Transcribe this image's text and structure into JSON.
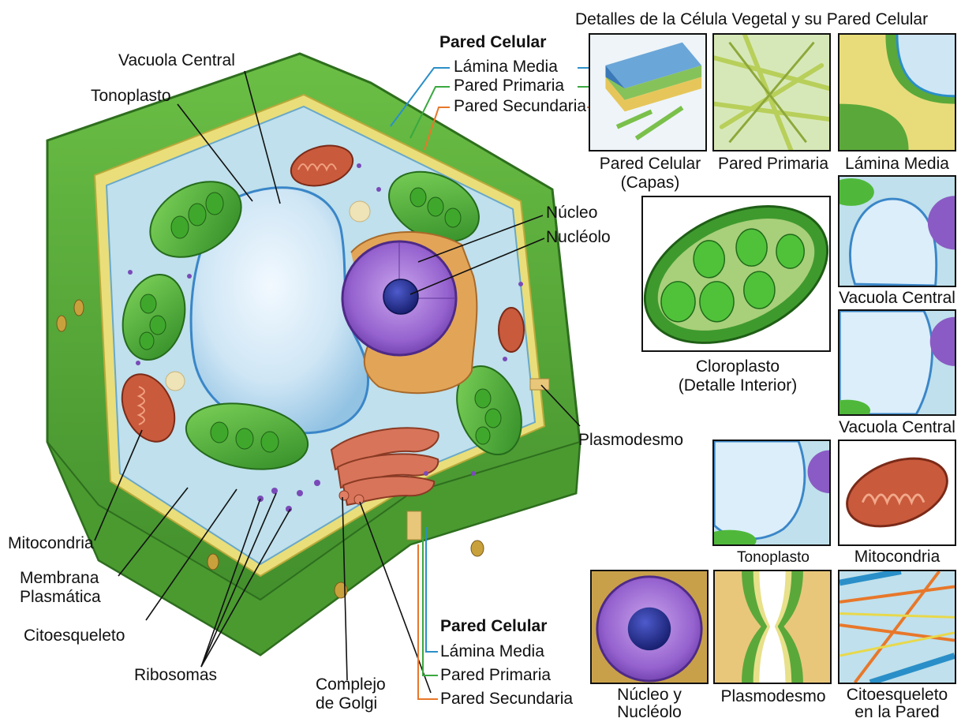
{
  "header": {
    "title": "Detalles de la Célula Vegetal y su Pared Celular"
  },
  "main_labels": {
    "vacuola_central": "Vacuola Central",
    "tonoplasto": "Tonoplasto",
    "pared_celular_top": "Pared Celular",
    "lamina_media_top": "Lámina Media",
    "pared_primaria_top": "Pared Primaria",
    "pared_secundaria_top": "Pared Secundaria",
    "nucleo": "Núcleo",
    "nucleolo": "Nucléolo",
    "plasmodesmo": "Plasmodesmo",
    "mitocondria": "Mitocondria",
    "membrana_line1": "Membrana",
    "membrana_line2": "Plasmática",
    "citoesqueleto": "Citoesqueleto",
    "ribosomas": "Ribosomas",
    "golgi_line1": "Complejo",
    "golgi_line2": "de Golgi",
    "pared_celular_bottom": "Pared Celular",
    "lamina_media_bottom": "Lámina Media",
    "pared_primaria_bottom": "Pared Primaria",
    "pared_secundaria_bottom": "Pared Secundaria"
  },
  "insets": {
    "pared_celular_line1": "Pared Celular",
    "pared_celular_line2": "(Capas)",
    "pared_primaria": "Pared Primaria",
    "lamina_media": "Lámina Media",
    "cloroplasto_line1": "Cloroplasto",
    "cloroplasto_line2": "(Detalle Interior)",
    "vacuola_central_1": "Vacuola Central",
    "vacuola_central_2": "Vacuola Central",
    "tonoplasto": "Tonoplasto",
    "mitocondria": "Mitocondria",
    "nucleo_line1": "Núcleo y",
    "nucleo_line2": "Nucléolo",
    "plasmodesmo": "Plasmodesmo",
    "citoesqueleto_line1": "Citoesqueleto",
    "citoesqueleto_line2": "en la Pared"
  },
  "colors": {
    "wall_green": "#5fae3c",
    "wall_dark": "#3f8a2a",
    "cytoplasm": "#bfe0ec",
    "vacuole": "#cfe6f5",
    "chloroplast": "#4fb83a",
    "mitochondria": "#c95a3c",
    "nucleus": "#8a5bc4",
    "nucleolus": "#1f2a80",
    "golgi": "#d8785a",
    "er": "#e0a55a",
    "lamina_line": "#2a8fc8",
    "primaria_line": "#3aa840",
    "secundaria_line": "#e8772a"
  }
}
